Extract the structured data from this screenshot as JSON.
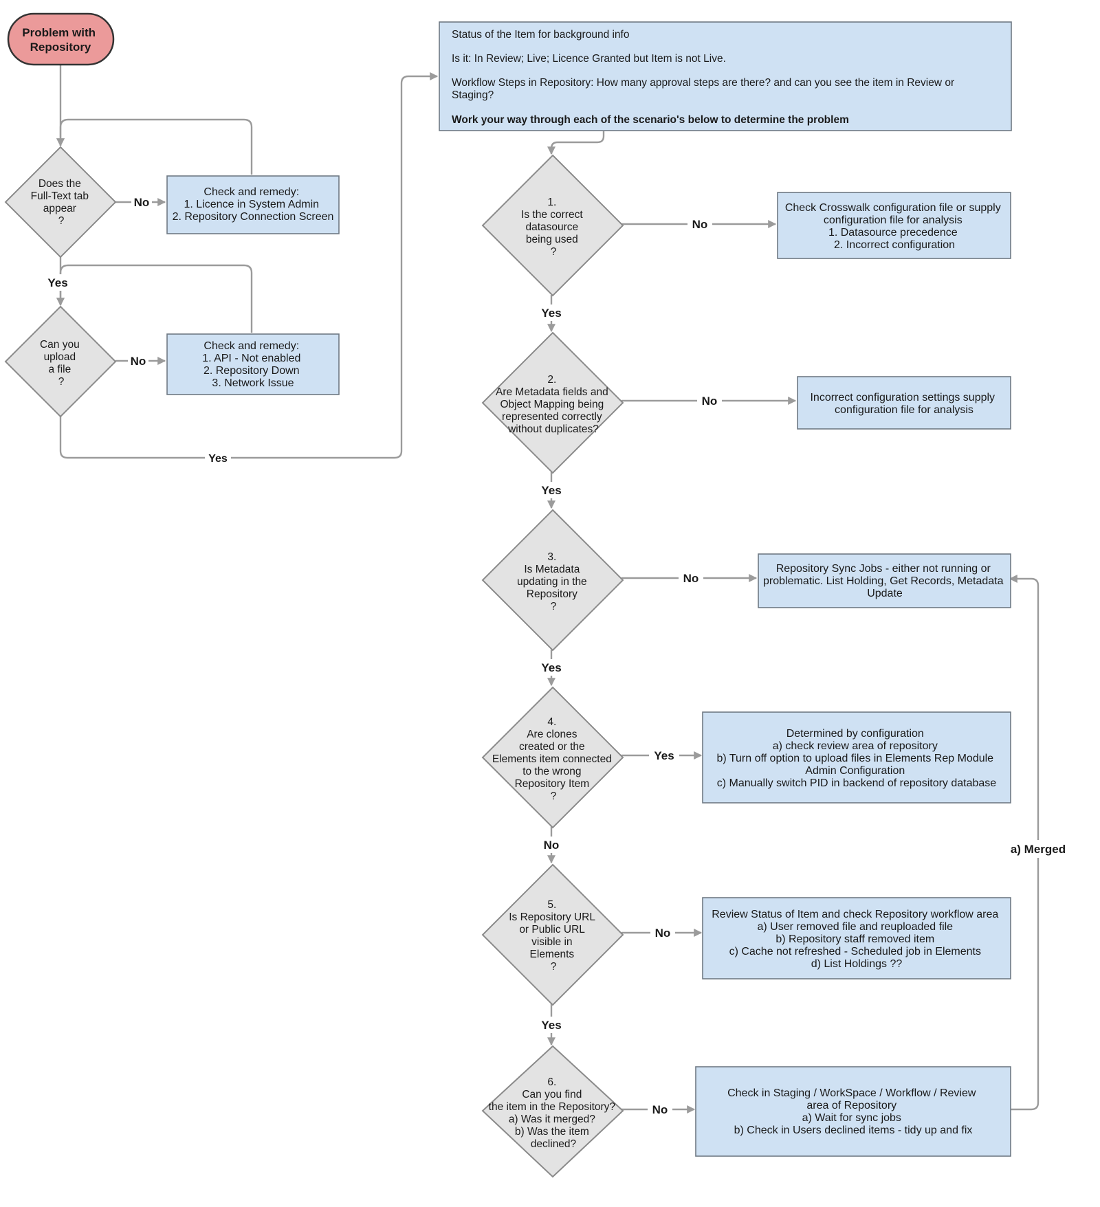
{
  "colors": {
    "start_fill": "#eb9a9a",
    "start_stroke": "#333333",
    "box_fill": "#cfe1f3",
    "box_stroke": "#6f7a84",
    "diamond_fill": "#e3e3e3",
    "diamond_stroke": "#8a8a8a",
    "edge": "#9b9b9b",
    "text": "#1a1a1a"
  },
  "nodes": {
    "start": {
      "lines": [
        "Problem with",
        "Repository"
      ]
    },
    "q_fulltext": {
      "lines": [
        "Does the",
        "Full-Text tab",
        "appear",
        "?"
      ]
    },
    "box_licence": {
      "lines": [
        "Check and remedy:",
        "1. Licence in System Admin",
        "2. Repository Connection Screen"
      ]
    },
    "q_upload": {
      "lines": [
        "Can you",
        "upload",
        "a file",
        "?"
      ]
    },
    "box_api": {
      "lines": [
        "Check and remedy:",
        "1. API - Not enabled",
        "2. Repository Down",
        "3. Network Issue"
      ]
    },
    "status_box": {
      "lines": [
        "Status of the Item for background info",
        "Is it: In Review; Live; Licence Granted but Item is not Live.",
        "Workflow Steps in Repository: How many approval steps are there? and can you see the item in Review or",
        "Staging?",
        "Work your way through each of the scenario's below to determine the problem"
      ]
    },
    "q1": {
      "lines": [
        "1.",
        "Is the correct",
        "datasource",
        "being used",
        "?"
      ]
    },
    "box1": {
      "lines": [
        "Check Crosswalk configuration file or supply",
        "configuration file for analysis",
        "1. Datasource precedence",
        "2. Incorrect configuration"
      ]
    },
    "q2": {
      "lines": [
        "2.",
        "Are Metadata fields and",
        "Object Mapping being",
        "represented correctly",
        "without duplicates?"
      ]
    },
    "box2": {
      "lines": [
        "Incorrect configuration settings supply",
        "configuration file for analysis"
      ]
    },
    "q3": {
      "lines": [
        "3.",
        "Is Metadata",
        "updating in the",
        "Repository",
        "?"
      ]
    },
    "box3": {
      "lines": [
        "Repository Sync Jobs - either not running or",
        "problematic. List Holding, Get Records, Metadata",
        "Update"
      ]
    },
    "q4": {
      "lines": [
        "4.",
        "Are clones",
        "created or the",
        "Elements item connected",
        "to the wrong",
        "Repository Item",
        "?"
      ]
    },
    "box4": {
      "lines": [
        "Determined by configuration",
        "a) check review area of repository",
        "b) Turn off option to upload files in Elements Rep Module",
        "Admin Configuration",
        "c) Manually switch PID in backend of repository database"
      ]
    },
    "q5": {
      "lines": [
        "5.",
        "Is Repository URL",
        "or Public URL",
        "visible in",
        "Elements",
        "?"
      ]
    },
    "box5": {
      "lines": [
        "Review Status of Item and check Repository workflow area",
        "a) User removed file and reuploaded file",
        "b) Repository staff removed item",
        "c) Cache not refreshed - Scheduled job in Elements",
        "d) List Holdings ??"
      ]
    },
    "q6": {
      "lines": [
        "6.",
        "Can you find",
        "the item in the Repository?",
        "a) Was it merged?",
        "b) Was the item",
        "declined?"
      ]
    },
    "box6": {
      "lines": [
        "Check in Staging / WorkSpace / Workflow / Review",
        "area of Repository",
        "a) Wait for sync jobs",
        "b) Check in Users declined items - tidy up and fix"
      ]
    }
  },
  "edge_labels": {
    "fulltext_no": "No",
    "fulltext_yes": "Yes",
    "upload_no": "No",
    "upload_yes": "Yes",
    "q1_no": "No",
    "q1_yes": "Yes",
    "q2_no": "No",
    "q2_yes": "Yes",
    "q3_no": "No",
    "q3_yes": "Yes",
    "q4_yes": "Yes",
    "q4_no": "No",
    "q5_no": "No",
    "q5_yes": "Yes",
    "q6_no": "No",
    "merged": "a) Merged"
  }
}
